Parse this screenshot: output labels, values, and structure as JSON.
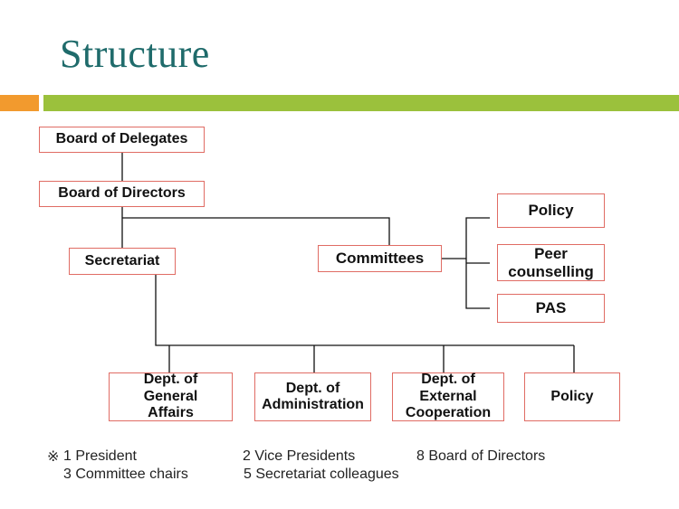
{
  "title": "Structure",
  "colors": {
    "title": "#1f6b6b",
    "accent_orange": "#f29a2e",
    "accent_green": "#9bc13c",
    "box_border": "#e06c64"
  },
  "nodes": {
    "board_of_delegates": "Board of Delegates",
    "board_of_directors": "Board of Directors",
    "secretariat": "Secretariat",
    "committees": "Committees",
    "policy_committee": "Policy",
    "peer_counselling": "Peer counselling",
    "pas": "PAS",
    "dept_general_affairs": "Dept. of General Affairs",
    "dept_administration": "Dept. of Administration",
    "dept_external_cooperation": "Dept. of External Cooperation",
    "policy_dept": "Policy"
  },
  "notes": {
    "mark": "※",
    "item1": "1 President",
    "item2": "2 Vice Presidents",
    "item3": "8 Board of Directors",
    "item4": "3 Committee chairs",
    "item5": "5 Secretariat colleagues"
  }
}
